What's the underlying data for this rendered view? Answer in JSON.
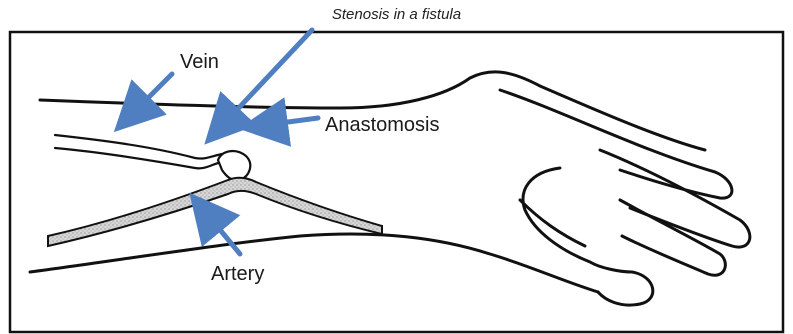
{
  "caption": "Stenosis in a fistula",
  "labels": {
    "vein": "Vein",
    "anastomosis": "Anastomosis",
    "artery": "Artery"
  },
  "colors": {
    "arrow": "#4f7fc0",
    "line": "#111111",
    "vessel_fill": "#c8c8c8"
  }
}
